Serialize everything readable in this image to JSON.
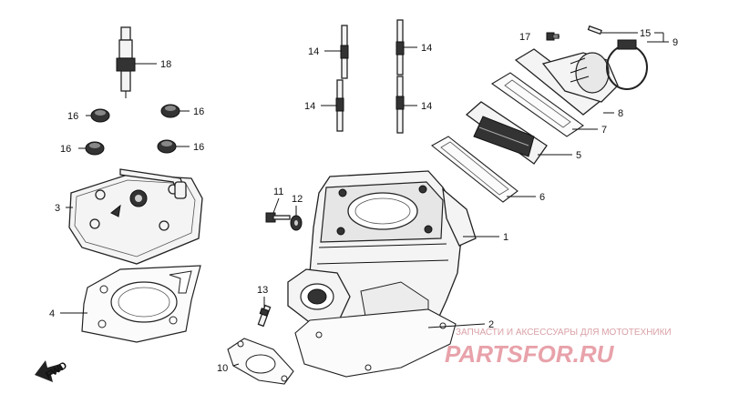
{
  "labels": {
    "l1": "1",
    "l2": "2",
    "l3": "3",
    "l4": "4",
    "l5": "5",
    "l6": "6",
    "l7": "7",
    "l8": "8",
    "l9": "9",
    "l10": "10",
    "l11": "11",
    "l12": "12",
    "l13": "13",
    "l14a": "14",
    "l14b": "14",
    "l14c": "14",
    "l14d": "14",
    "l15": "15",
    "l16a": "16",
    "l16b": "16",
    "l16c": "16",
    "l16d": "16",
    "l17": "17",
    "l18": "18"
  },
  "fwd": "FWD",
  "watermark": {
    "tagline": "ЗАПЧАСТИ И АКСЕССУАРЫ ДЛЯ МОТОТЕХНИКИ",
    "brand": "PARTSFOR.RU"
  }
}
